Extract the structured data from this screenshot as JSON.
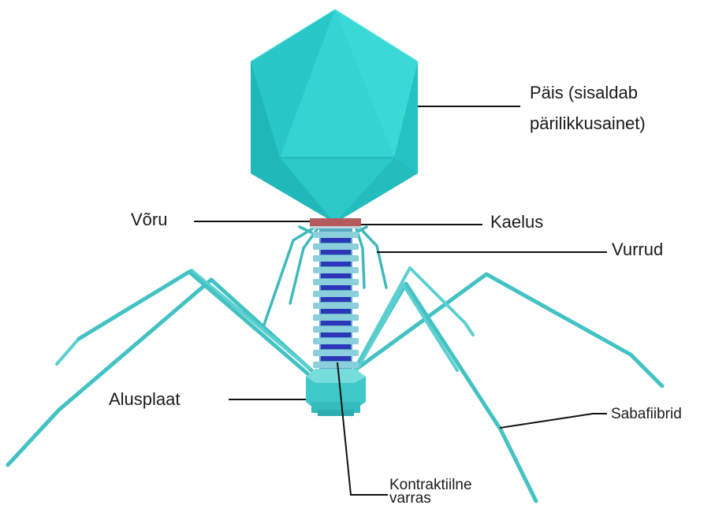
{
  "labels": {
    "head": "Päis (sisaldab",
    "head_line2": "pärilikkusainet)",
    "collar": "Võru",
    "neck": "Kaelus",
    "whiskers": "Vurrud",
    "baseplate": "Alusplaat",
    "tail_fibers": "Sabafiibrid",
    "sheath": "Kontraktiilne",
    "sheath_line2": "varras"
  },
  "colors": {
    "capsid": "#2ad0cf",
    "capsid_shadow": "#1fb4b4",
    "capsid_light": "#5fe6e3",
    "collar": "#b45a5c",
    "sheath_light": "#7fc9d8",
    "sheath_dark": "#2b36b8",
    "fiber": "#43c2c4",
    "leader_line": "#111111"
  }
}
